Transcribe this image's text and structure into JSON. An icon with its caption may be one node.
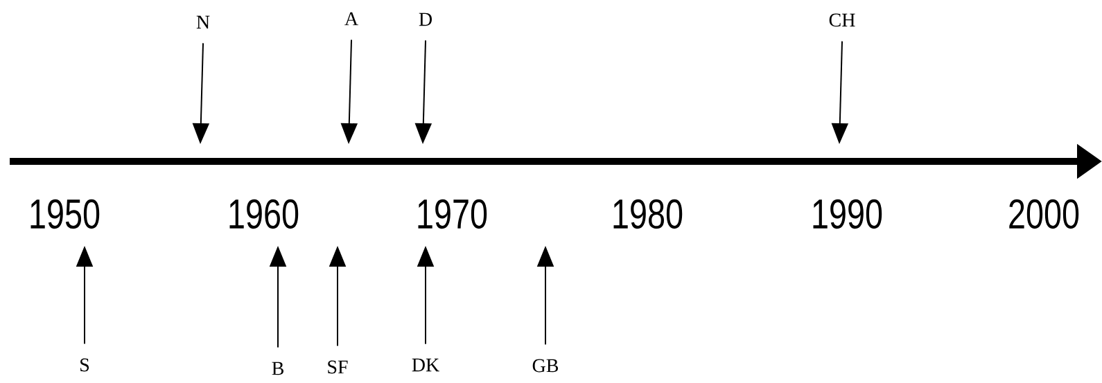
{
  "diagram": {
    "nodes": [
      {
        "text": [
          "N"
        ]
      },
      {
        "text": [
          "A"
        ]
      },
      {
        "text": [
          "D"
        ]
      },
      {
        "text": [
          "CH"
        ]
      },
      {
        "text": [
          "S"
        ]
      },
      {
        "text": [
          "B"
        ]
      },
      {
        "text": [
          "SF"
        ]
      },
      {
        "text": [
          "DK"
        ]
      },
      {
        "text": [
          "GB"
        ]
      }
    ],
    "edges": [
      {
        "from": 0,
        "to": null,
        "arrow": "to"
      },
      {
        "from": 1,
        "to": null,
        "arrow": "to"
      },
      {
        "from": 2,
        "to": null,
        "arrow": "to"
      },
      {
        "from": 3,
        "to": null,
        "arrow": "to"
      },
      {
        "from": 4,
        "to": null,
        "arrow": "to"
      },
      {
        "from": 5,
        "to": null,
        "arrow": "to"
      },
      {
        "from": 6,
        "to": null,
        "arrow": "to"
      },
      {
        "from": 7,
        "to": null,
        "arrow": "to"
      },
      {
        "from": 8,
        "to": null,
        "arrow": "to"
      }
    ],
    "labels": [
      "1950",
      "1960",
      "1970",
      "1980",
      "1990",
      "2000"
    ]
  }
}
